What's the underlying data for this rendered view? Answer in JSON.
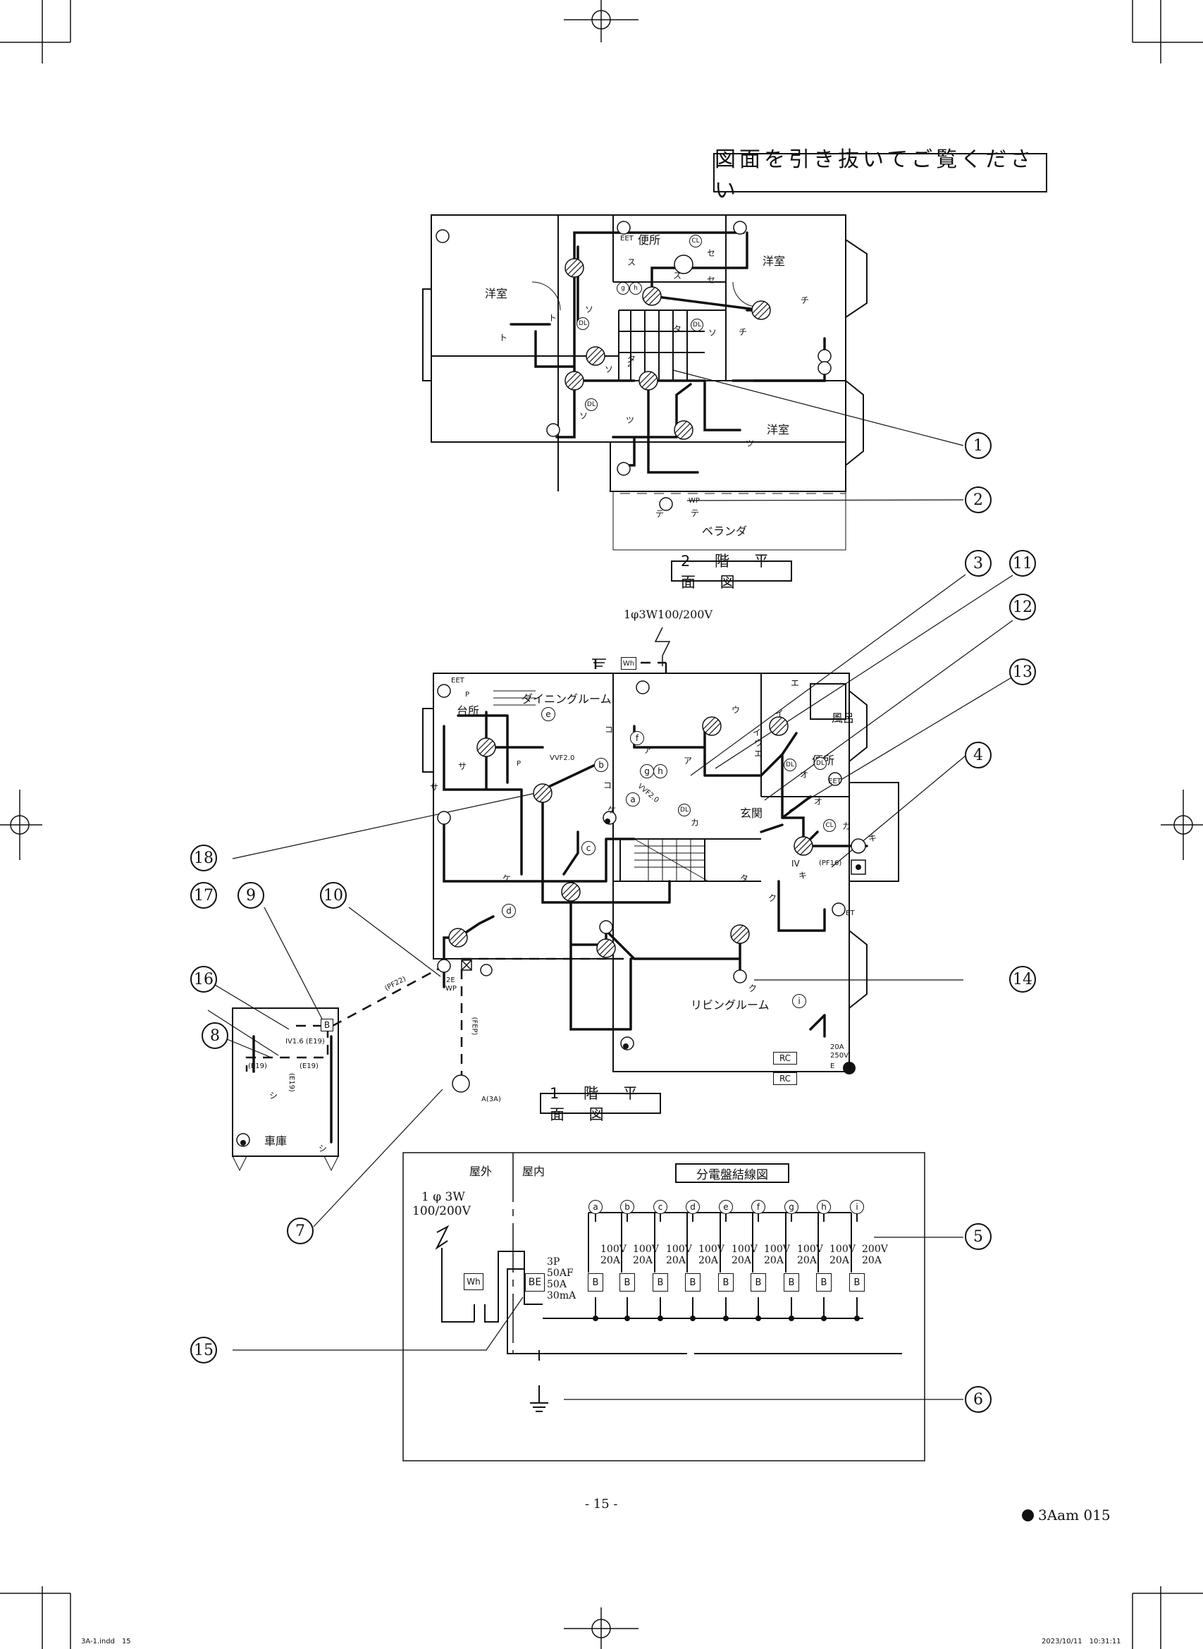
{
  "header": {
    "instruction": "図面を引き抜いてご覧ください"
  },
  "floor2": {
    "label": "2 階 平 面 図",
    "rooms": {
      "western_left": "洋室",
      "western_right_top": "洋室",
      "western_right_bottom": "洋室",
      "toilet": "便所",
      "veranda": "ベランダ"
    },
    "marks": {
      "eet": "EET",
      "cl": "CL",
      "dl1": "DL",
      "dl2": "DL",
      "dl3": "DL",
      "wp": "WP",
      "g": "g",
      "h": "h",
      "n2": "2"
    },
    "katakana": [
      "ト",
      "ト",
      "ス",
      "ス",
      "セ",
      "セ",
      "ソ",
      "ソ",
      "ソ",
      "ソ",
      "タ",
      "タ",
      "チ",
      "チ",
      "ツ",
      "ツ",
      "テ",
      "テ"
    ]
  },
  "floor1": {
    "label": "1 階 平 面 図",
    "supply": "1φ3W100/200V",
    "rooms": {
      "kitchen": "台所",
      "dining": "ダイニングルーム",
      "bath": "風呂",
      "toilet": "便所",
      "entrance": "玄関",
      "living": "リビングルーム",
      "garage": "車庫"
    },
    "marks": {
      "wh": "Wh",
      "eet1": "EET",
      "eet2": "EET",
      "et": "ET",
      "dl1": "DL",
      "dl2": "DL",
      "dl3": "DL",
      "cl": "CL",
      "p1": "P",
      "p2": "P",
      "iv": "IV",
      "pf16": "(PF16)",
      "pf22": "(PF22)",
      "fep": "(FEP)",
      "e19a": "(E19)",
      "e19b": "(E19)",
      "e19c": "(E19)",
      "iv16": "IV1.6 (E19)",
      "vvf1": "VVF2.0",
      "vvf2": "VVF2.0",
      "a3a": "A(3A)",
      "two_e": "2E",
      "wp": "WP",
      "b": "B",
      "rc1": "RC",
      "rc2": "RC",
      "rating20a": "20A",
      "rating250v": "250V",
      "e": "E",
      "circuits": [
        "a",
        "b",
        "c",
        "d",
        "e",
        "f",
        "g",
        "h",
        "i"
      ]
    },
    "katakana": [
      "ア",
      "ア",
      "イ",
      "イ",
      "ウ",
      "ウ",
      "エ",
      "エ",
      "オ",
      "オ",
      "カ",
      "カ",
      "キ",
      "キ",
      "ク",
      "ク",
      "ケ",
      "ケ",
      "コ",
      "コ",
      "サ",
      "サ",
      "シ",
      "シ",
      "タ"
    ]
  },
  "panel": {
    "title": "分電盤結線図",
    "outdoor": "屋外",
    "indoor": "屋内",
    "supply_line1": "1 φ 3W",
    "supply_line2": "100/200V",
    "wh": "Wh",
    "be": "BE",
    "be_rating": [
      "3P",
      "50AF",
      "50A",
      "30mA"
    ],
    "breaker_label": "B",
    "circuits": [
      {
        "id": "a",
        "volt": "100V",
        "amp": "20A"
      },
      {
        "id": "b",
        "volt": "100V",
        "amp": "20A"
      },
      {
        "id": "c",
        "volt": "100V",
        "amp": "20A"
      },
      {
        "id": "d",
        "volt": "100V",
        "amp": "20A"
      },
      {
        "id": "e",
        "volt": "100V",
        "amp": "20A"
      },
      {
        "id": "f",
        "volt": "100V",
        "amp": "20A"
      },
      {
        "id": "g",
        "volt": "100V",
        "amp": "20A"
      },
      {
        "id": "h",
        "volt": "100V",
        "amp": "20A"
      },
      {
        "id": "i",
        "volt": "200V",
        "amp": "20A"
      }
    ]
  },
  "callouts": [
    "1",
    "2",
    "3",
    "4",
    "5",
    "6",
    "7",
    "8",
    "9",
    "10",
    "11",
    "12",
    "13",
    "14",
    "15",
    "16",
    "17",
    "18"
  ],
  "footer": {
    "page": "- 15 -",
    "code": "3Aam 015",
    "file": "3A-1.indd　15",
    "timestamp": "2023/10/11　10:31:11"
  }
}
